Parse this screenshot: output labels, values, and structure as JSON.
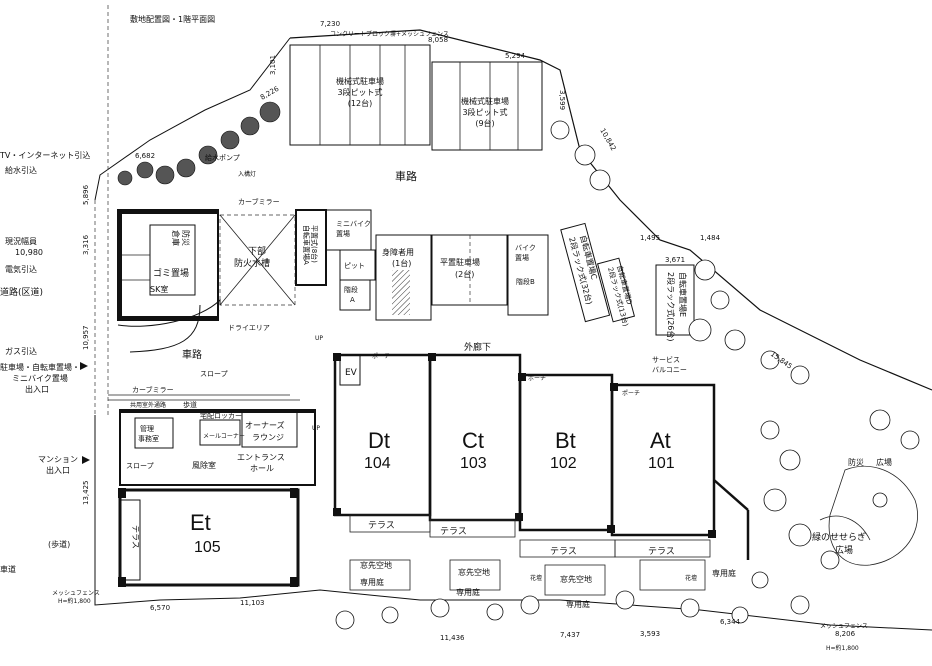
{
  "title": "敷地配置図・1階平面図",
  "units": [
    {
      "id": "Dt",
      "number": "104"
    },
    {
      "id": "Ct",
      "number": "103"
    },
    {
      "id": "Bt",
      "number": "102"
    },
    {
      "id": "At",
      "number": "101"
    },
    {
      "id": "Et",
      "number": "105"
    }
  ],
  "rooms": {
    "mech_parking_1": [
      "機械式駐車場",
      "3段ピット式",
      "(12台)"
    ],
    "mech_parking_2": [
      "機械式駐車場",
      "3段ピット式",
      "(9台)"
    ],
    "road_top": "車路",
    "road_mid": "車路",
    "flat_parking": [
      "平置駐車場",
      "(2台)"
    ],
    "disabled_parking": [
      "身障者用",
      "(1台)"
    ],
    "bicycle_a": [
      "自転車置場A",
      "平置式(8台)"
    ],
    "bicycle_c": [
      "自転車置場C",
      "2段ラック式(32台)"
    ],
    "bicycle_d": [
      "自転車置場D",
      "2段ラック式(13台)"
    ],
    "bicycle_e": [
      "自転車置場E",
      "2段ラック式(26台)"
    ],
    "minibike": [
      "ミニバイク",
      "置場"
    ],
    "bike": [
      "バイク",
      "置場"
    ],
    "garbage": "ゴミ置場",
    "fire_water": [
      "防災",
      "倉庫"
    ],
    "underground_tank": [
      "下部",
      "防火水槽"
    ],
    "sk": "SK室",
    "manager": [
      "管理",
      "事務室"
    ],
    "owners_lounge": [
      "オーナーズ",
      "ラウンジ"
    ],
    "entrance_hall": [
      "エントランス",
      "ホール"
    ],
    "wind_room": "風除室",
    "mail_corner": "メールコーナー",
    "delivery_locker": "宅配ロッカー",
    "pit": "ピット",
    "stair_a": [
      "階段",
      "A"
    ],
    "stair_b": "階段B",
    "ev": "EV",
    "terrace": "テラス",
    "private_garden": "専用庭",
    "dry_area": "窓先空地",
    "outer_corridor": "外廊下",
    "service_balcony": [
      "サービス",
      "バルコニー"
    ],
    "disaster_plaza": [
      "防災",
      "広場"
    ],
    "green_plaza": [
      "緑のせせらぎ",
      "広場"
    ],
    "pump": "給水ポンプ",
    "parking_lot_label": "歩道",
    "roadway_label": "車路"
  },
  "side_labels": {
    "tv_internet": "TV・インターネット引込",
    "water": "給水引込",
    "width": "現況幅員",
    "width_value": "10,980",
    "electric": "電気引込",
    "road_district": "道路(区道)",
    "gas": "ガス引込",
    "parking_entrance": [
      "駐車場・自転車置場・",
      "ミニバイク置場",
      "出入口"
    ],
    "mansion_entrance": [
      "マンション",
      "出入口"
    ],
    "sidewalk": "(歩道)",
    "road_small": "車道"
  },
  "dims": {
    "top_1": "7,230",
    "top_2": "8,058",
    "top_3": "5,294",
    "left_1": "3,101",
    "left_2": "5,896",
    "left_3": "3,316",
    "left_4": "10,957",
    "left_5": "13,425",
    "right_1": "3,599",
    "right_2": "10,842",
    "right_3": "1,495",
    "right_4": "1,484",
    "right_5": "15,845",
    "right_6": "3,671",
    "bot_1": "6,570",
    "bot_2": "11,103",
    "bot_3": "11,436",
    "bot_4": "7,437",
    "bot_5": "3,593",
    "bot_6": "6,344",
    "bot_7": "8,206",
    "top_left": "8,226",
    "gl_1": "6,682"
  },
  "fence_labels": {
    "concrete_block": "コンクリートブロック塀+メッシュフェンス",
    "mesh_fence": "メッシュフェンス",
    "height": "H=約1,800"
  },
  "misc": {
    "curve_mirror": "カーブミラー",
    "slope": "スロープ",
    "car_turntable": "車路",
    "dry_area_small": "ドライエリア",
    "up": "UP",
    "porch": "ポーチ",
    "entrance_light": "入構灯",
    "flower_bed": "花壇",
    "shared_corridor": "共用室外通路"
  }
}
